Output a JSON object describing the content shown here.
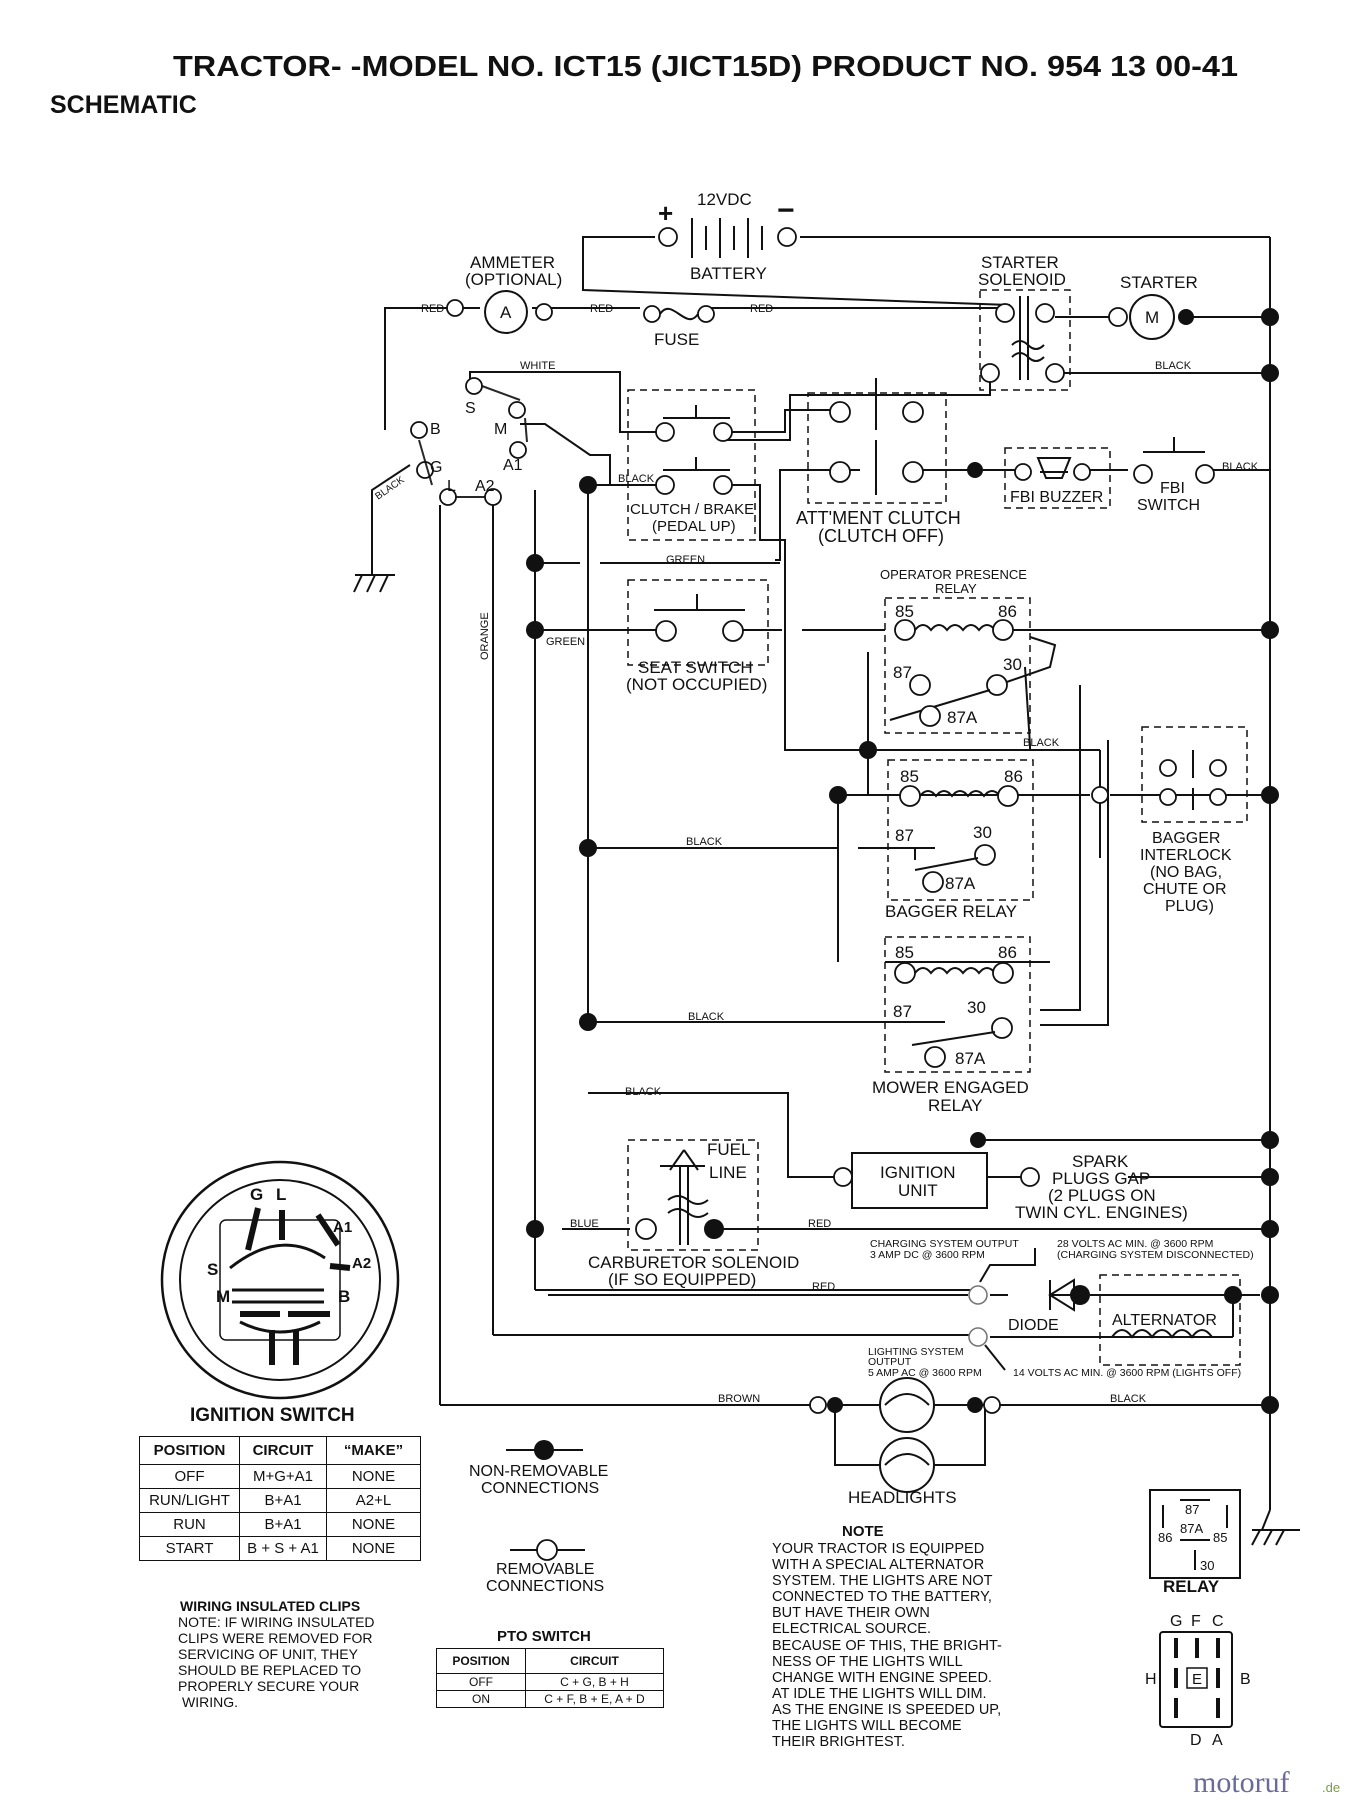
{
  "header": {
    "title": "TRACTOR- -MODEL NO. ICT15 (JICT15D) PRODUCT NO. 954 13 00-41",
    "subtitle": "SCHEMATIC"
  },
  "labels": {
    "battery_voltage": "12VDC",
    "battery": "BATTERY",
    "plus": "+",
    "minus": "−",
    "ammeter": "AMMETER",
    "ammeter_opt": "(OPTIONAL)",
    "ammeter_symbol": "A",
    "fuse": "FUSE",
    "starter_solenoid_1": "STARTER",
    "starter_solenoid_2": "SOLENOID",
    "starter": "STARTER",
    "motor_symbol": "M",
    "clutch_brake_1": "CLUTCH / BRAKE",
    "clutch_brake_2": "(PEDAL UP)",
    "attment_1": "ATT'MENT CLUTCH",
    "attment_2": "(CLUTCH OFF)",
    "fbi_buzzer": "FBI BUZZER",
    "fbi_switch_1": "FBI",
    "fbi_switch_2": "SWITCH",
    "seat_switch_1": "SEAT SWITCH",
    "seat_switch_2": "(NOT OCCUPIED)",
    "op_presence_1": "OPERATOR PRESENCE",
    "op_presence_2": "RELAY",
    "bagger_relay": "BAGGER RELAY",
    "bagger_interlock": [
      "BAGGER",
      "INTERLOCK",
      "(NO BAG,",
      "CHUTE OR",
      "PLUG)"
    ],
    "mower_relay_1": "MOWER ENGAGED",
    "mower_relay_2": "RELAY",
    "pin85": "85",
    "pin86": "86",
    "pin87": "87",
    "pin30": "30",
    "pin87a": "87A",
    "fuel_line_1": "FUEL",
    "fuel_line_2": "LINE",
    "carb_1": "CARBURETOR SOLENOID",
    "carb_2": "(IF SO EQUIPPED)",
    "ign_unit_1": "IGNITION",
    "ign_unit_2": "UNIT",
    "spark": [
      "SPARK",
      "PLUGS GAP",
      "(2 PLUGS ON",
      "TWIN CYL. ENGINES)"
    ],
    "charging_out_1": "CHARGING SYSTEM OUTPUT",
    "charging_out_2": "3 AMP DC @ 3600 RPM",
    "volts28_1": "28 VOLTS AC MIN. @ 3600 RPM",
    "volts28_2": "(CHARGING SYSTEM DISCONNECTED)",
    "diode": "DIODE",
    "alternator": "ALTERNATOR",
    "lighting_1": "LIGHTING SYSTEM",
    "lighting_2": "OUTPUT",
    "lighting_3": "5 AMP AC @ 3600 RPM",
    "volts14": "14 VOLTS AC MIN. @ 3600 RPM (LIGHTS OFF)",
    "headlights": "HEADLIGHTS",
    "nonremovable_1": "NON-REMOVABLE",
    "nonremovable_2": "CONNECTIONS",
    "removable_1": "REMOVABLE",
    "removable_2": "CONNECTIONS",
    "sw_S": "S",
    "sw_B": "B",
    "sw_M": "M",
    "sw_G": "G",
    "sw_A1": "A1",
    "sw_L": "L",
    "sw_A2": "A2"
  },
  "wire_labels": {
    "red": "RED",
    "white": "WHITE",
    "black": "BLACK",
    "green": "GREEN",
    "orange": "ORANGE",
    "blue": "BLUE",
    "brown": "BROWN"
  },
  "ignition_switch": {
    "title": "IGNITION SWITCH",
    "headers": [
      "POSITION",
      "CIRCUIT",
      "“MAKE”"
    ],
    "rows": [
      [
        "OFF",
        "M+G+A1",
        "NONE"
      ],
      [
        "RUN/LIGHT",
        "B+A1",
        "A2+L"
      ],
      [
        "RUN",
        "B+A1",
        "NONE"
      ],
      [
        "START",
        "B + S + A1",
        "NONE"
      ]
    ],
    "face_letters": [
      "G",
      "L",
      "A1",
      "A2",
      "S",
      "M",
      "B"
    ]
  },
  "clips_note": {
    "title": "WIRING INSULATED CLIPS",
    "lines": [
      "NOTE: IF WIRING INSULATED",
      "CLIPS WERE REMOVED FOR",
      "SERVICING OF UNIT, THEY",
      "SHOULD BE REPLACED TO",
      "PROPERLY SECURE YOUR",
      "WIRING."
    ]
  },
  "pto_switch": {
    "title": "PTO SWITCH",
    "headers": [
      "POSITION",
      "CIRCUIT"
    ],
    "rows": [
      [
        "OFF",
        "C + G, B + H"
      ],
      [
        "ON",
        "C + F, B + E, A + D"
      ]
    ]
  },
  "note": {
    "title": "NOTE",
    "lines": [
      "YOUR TRACTOR IS EQUIPPED",
      "WITH A SPECIAL ALTERNATOR",
      "SYSTEM.  THE LIGHTS ARE NOT",
      "CONNECTED TO  THE BATTERY,",
      "BUT HAVE THEIR OWN",
      "ELECTRICAL SOURCE.",
      "BECAUSE OF THIS, THE BRIGHT-",
      "NESS OF THE LIGHTS WILL",
      "CHANGE WITH ENGINE SPEED.",
      "AT IDLE THE LIGHTS WILL DIM.",
      "AS THE ENGINE IS SPEEDED UP,",
      "THE LIGHTS WILL BECOME",
      "THEIR BRIGHTEST."
    ]
  },
  "relay_legend": {
    "title": "RELAY",
    "pins": [
      "87",
      "86",
      "87A",
      "85",
      "30"
    ]
  },
  "pto_legend": {
    "letters": [
      "G",
      "F",
      "C",
      "H",
      "E",
      "B",
      "D",
      "A"
    ]
  },
  "watermark": {
    "main": "motoruf",
    "suffix": ".de"
  }
}
